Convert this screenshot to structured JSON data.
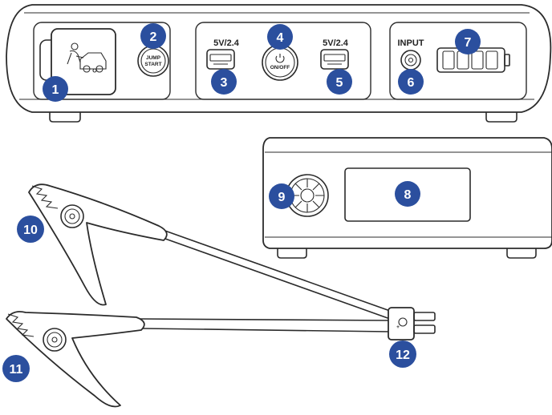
{
  "device_labels": {
    "jump": "JUMP",
    "start": "START",
    "usb_left": "5V/2.4",
    "usb_right": "5V/2.4",
    "on_off": "ON/OFF",
    "input": "INPUT"
  },
  "callouts": [
    "1",
    "2",
    "3",
    "4",
    "5",
    "6",
    "7",
    "8",
    "9",
    "10",
    "11",
    "12"
  ]
}
